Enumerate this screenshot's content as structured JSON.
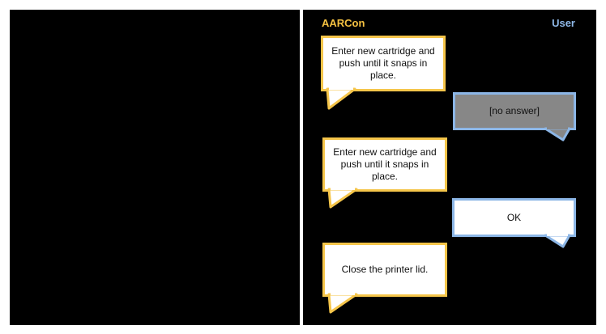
{
  "left_panel": {},
  "chat": {
    "speaker_machine": "AARCon",
    "speaker_user": "User",
    "messages": [
      {
        "from": "machine",
        "text": "Enter new cartridge and push until it snaps in place."
      },
      {
        "from": "user",
        "text": "[no answer]",
        "state": "unanswered"
      },
      {
        "from": "machine",
        "text": "Enter new cartridge and push until it snaps in place."
      },
      {
        "from": "user",
        "text": "OK",
        "state": "answered"
      },
      {
        "from": "machine",
        "text": "Close the printer lid."
      }
    ]
  },
  "colors": {
    "machine_border": "#f5c54a",
    "user_border": "#8cb6e6",
    "unanswered_fill": "#878787",
    "panel_bg": "#000000"
  }
}
